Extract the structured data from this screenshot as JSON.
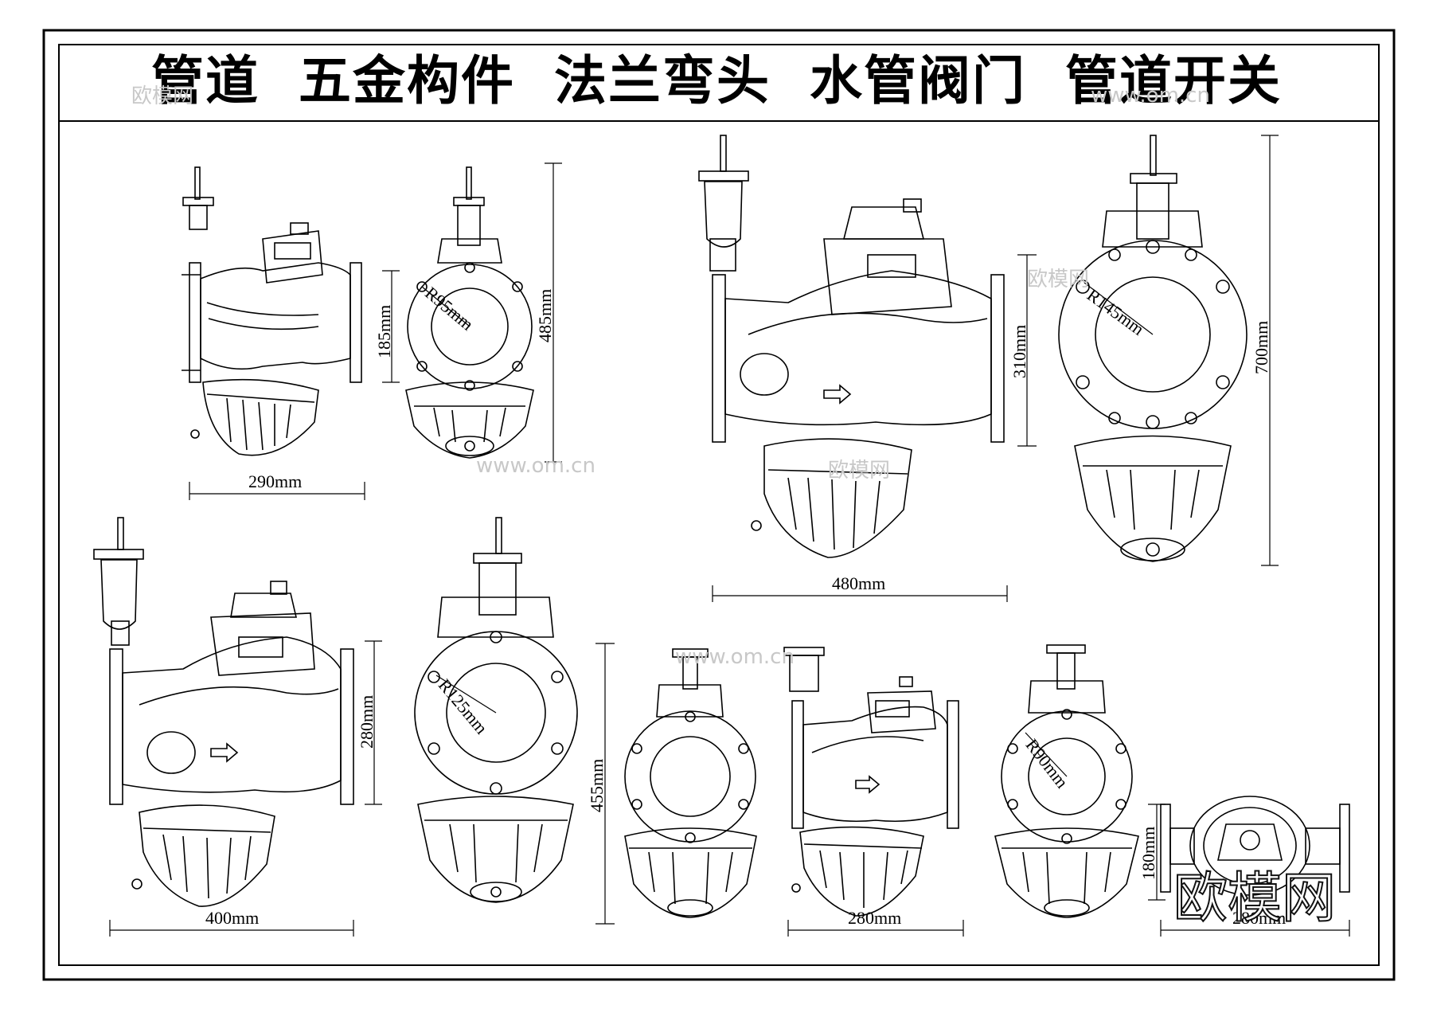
{
  "title": "管道 五金构件 法兰弯头 水管阀门 管道开关",
  "dimensions": {
    "d1": "290mm",
    "d2": "185mm",
    "d3": "485mm",
    "d4": "R95mm",
    "d5": "480mm",
    "d6": "310mm",
    "d7": "700mm",
    "d8": "R145mm",
    "d9": "400mm",
    "d10": "280mm",
    "d11": "R125mm",
    "d12": "455mm",
    "d13": "280mm",
    "d14": "R90mm",
    "d15": "180mm",
    "d16": "280mm"
  },
  "watermark": {
    "brand": "欧模网",
    "url": "www.om.cn"
  }
}
